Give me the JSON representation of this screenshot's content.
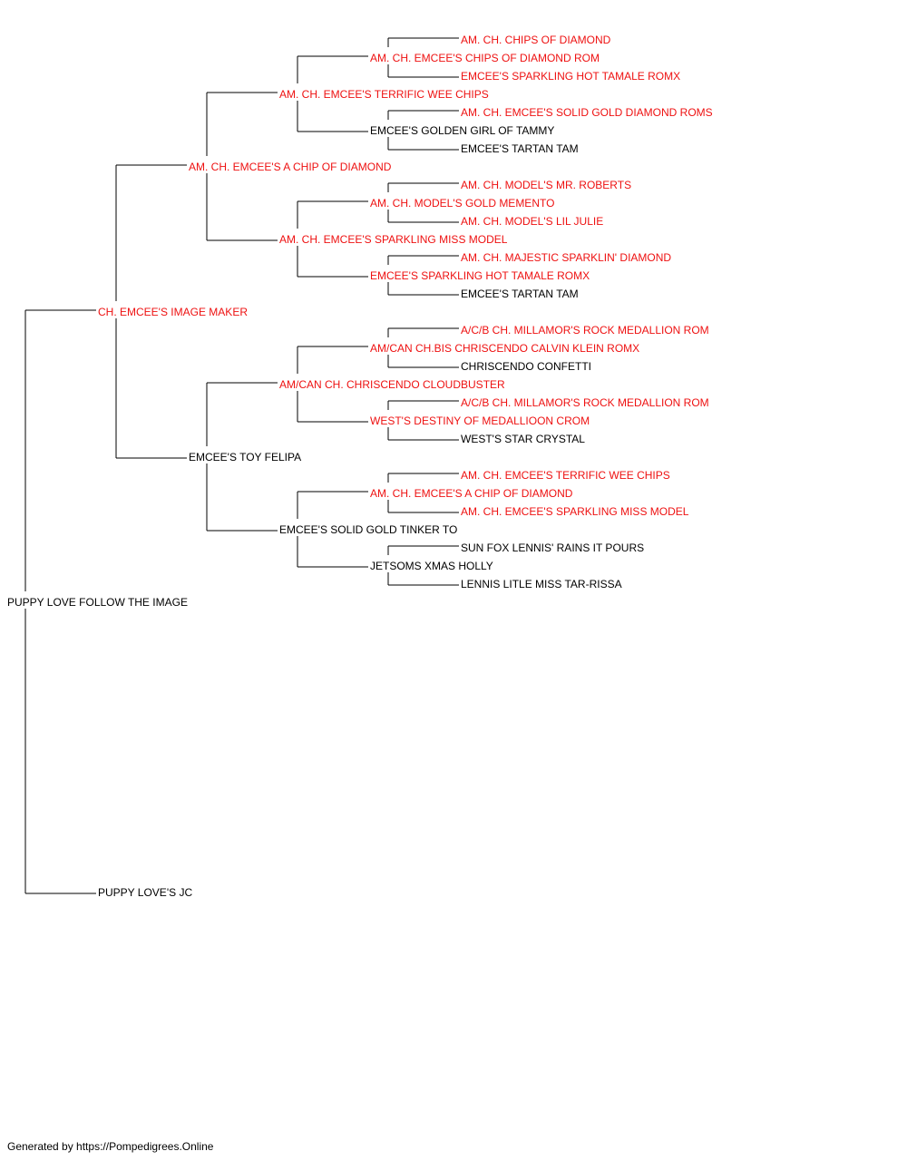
{
  "pedigree": {
    "colors": {
      "champion": "#ee1111",
      "normal": "#000000",
      "line": "#000000"
    },
    "root": {
      "name": "PUPPY LOVE FOLLOW THE IMAGE",
      "titled": false,
      "sire": {
        "name": "CH. EMCEE'S IMAGE MAKER",
        "titled": true,
        "sire": {
          "name": "AM. CH. EMCEE'S A CHIP OF DIAMOND",
          "titled": true,
          "sire": {
            "name": "AM. CH. EMCEE'S TERRIFIC WEE CHIPS",
            "titled": true,
            "sire": {
              "name": "AM. CH. EMCEE'S CHIPS OF DIAMOND ROM",
              "titled": true,
              "sire": {
                "name": "AM. CH. CHIPS OF DIAMOND",
                "titled": true
              },
              "dam": {
                "name": "EMCEE'S SPARKLING HOT TAMALE ROMX",
                "titled": true
              }
            },
            "dam": {
              "name": "EMCEE'S GOLDEN GIRL OF TAMMY",
              "titled": false,
              "sire": {
                "name": "AM. CH. EMCEE'S SOLID GOLD DIAMOND ROMS",
                "titled": true
              },
              "dam": {
                "name": "EMCEE'S TARTAN TAM",
                "titled": false
              }
            }
          },
          "dam": {
            "name": "AM. CH. EMCEE'S SPARKLING MISS MODEL",
            "titled": true,
            "sire": {
              "name": "AM. CH. MODEL'S GOLD MEMENTO",
              "titled": true,
              "sire": {
                "name": "AM. CH. MODEL'S MR. ROBERTS",
                "titled": true
              },
              "dam": {
                "name": "AM. CH. MODEL'S LIL JULIE",
                "titled": true
              }
            },
            "dam": {
              "name": "EMCEE'S SPARKLING HOT TAMALE ROMX",
              "titled": true,
              "sire": {
                "name": "AM. CH. MAJESTIC SPARKLIN' DIAMOND",
                "titled": true
              },
              "dam": {
                "name": "EMCEE'S TARTAN TAM",
                "titled": false
              }
            }
          }
        },
        "dam": {
          "name": "EMCEE'S TOY FELIPA",
          "titled": false,
          "sire": {
            "name": "AM/CAN CH. CHRISCENDO CLOUDBUSTER",
            "titled": true,
            "sire": {
              "name": "AM/CAN CH.BIS CHRISCENDO CALVIN KLEIN ROMX",
              "titled": true,
              "sire": {
                "name": "A/C/B CH. MILLAMOR'S ROCK MEDALLION ROM",
                "titled": true
              },
              "dam": {
                "name": "CHRISCENDO CONFETTI",
                "titled": false
              }
            },
            "dam": {
              "name": "WEST'S DESTINY OF MEDALLIOON CROM",
              "titled": true,
              "sire": {
                "name": "A/C/B CH. MILLAMOR'S ROCK MEDALLION ROM",
                "titled": true
              },
              "dam": {
                "name": "WEST'S STAR CRYSTAL",
                "titled": false
              }
            }
          },
          "dam": {
            "name": "EMCEE'S SOLID GOLD TINKER TO",
            "titled": false,
            "sire": {
              "name": "AM. CH. EMCEE'S A CHIP OF DIAMOND",
              "titled": true,
              "sire": {
                "name": "AM. CH. EMCEE'S TERRIFIC WEE CHIPS",
                "titled": true
              },
              "dam": {
                "name": "AM. CH. EMCEE'S SPARKLING MISS MODEL",
                "titled": true
              }
            },
            "dam": {
              "name": "JETSOMS XMAS HOLLY",
              "titled": false,
              "sire": {
                "name": "SUN FOX LENNIS' RAINS IT POURS",
                "titled": false
              },
              "dam": {
                "name": "LENNIS LITLE MISS TAR-RISSA",
                "titled": false
              }
            }
          }
        }
      },
      "dam": {
        "name": "PUPPY LOVE'S JC",
        "titled": false
      }
    }
  },
  "footer": {
    "text": "Generated by https://Pompedigrees.Online"
  }
}
